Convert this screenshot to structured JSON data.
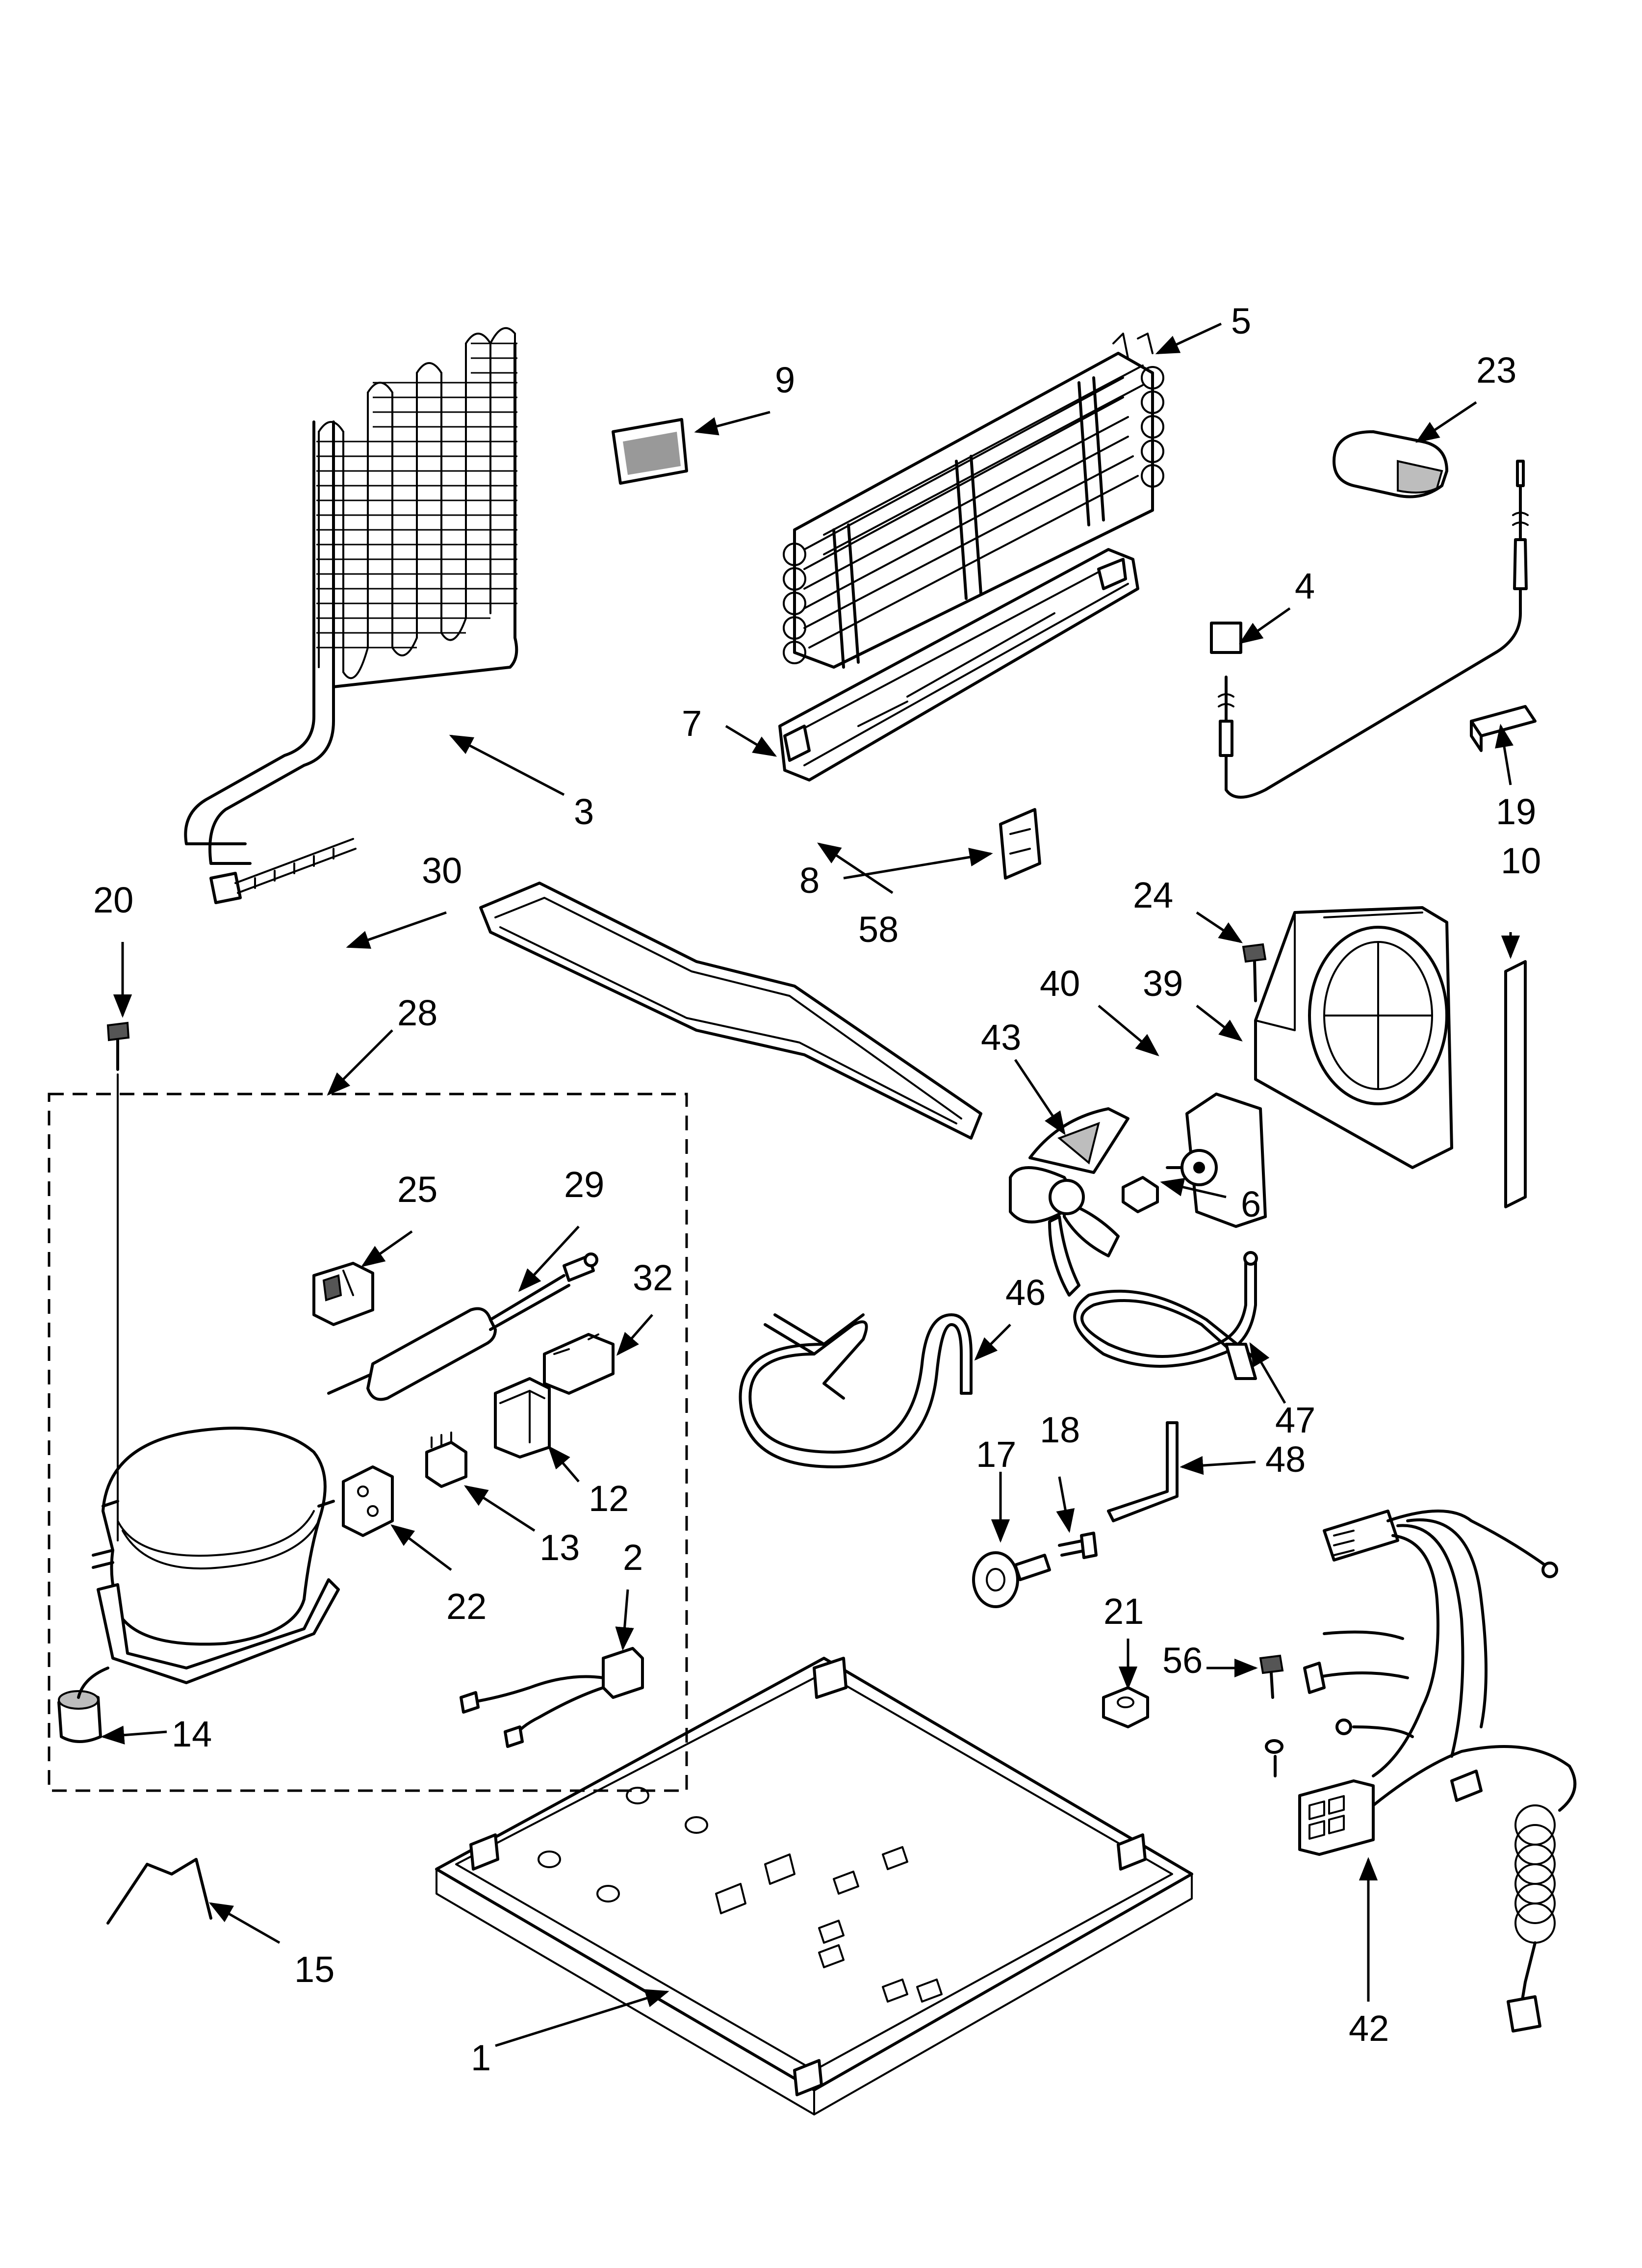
{
  "parts": {
    "p1": "1",
    "p2": "2",
    "p3": "3",
    "p4": "4",
    "p5": "5",
    "p6": "6",
    "p7": "7",
    "p8": "8",
    "p9": "9",
    "p10": "10",
    "p12": "12",
    "p13": "13",
    "p14": "14",
    "p15": "15",
    "p17": "17",
    "p18": "18",
    "p19": "19",
    "p20": "20",
    "p21": "21",
    "p22": "22",
    "p23": "23",
    "p24": "24",
    "p25": "25",
    "p28": "28",
    "p29": "29",
    "p30": "30",
    "p32": "32",
    "p39": "39",
    "p40": "40",
    "p42": "42",
    "p43": "43",
    "p46": "46",
    "p47": "47",
    "p48": "48",
    "p56": "56",
    "p58": "58"
  }
}
